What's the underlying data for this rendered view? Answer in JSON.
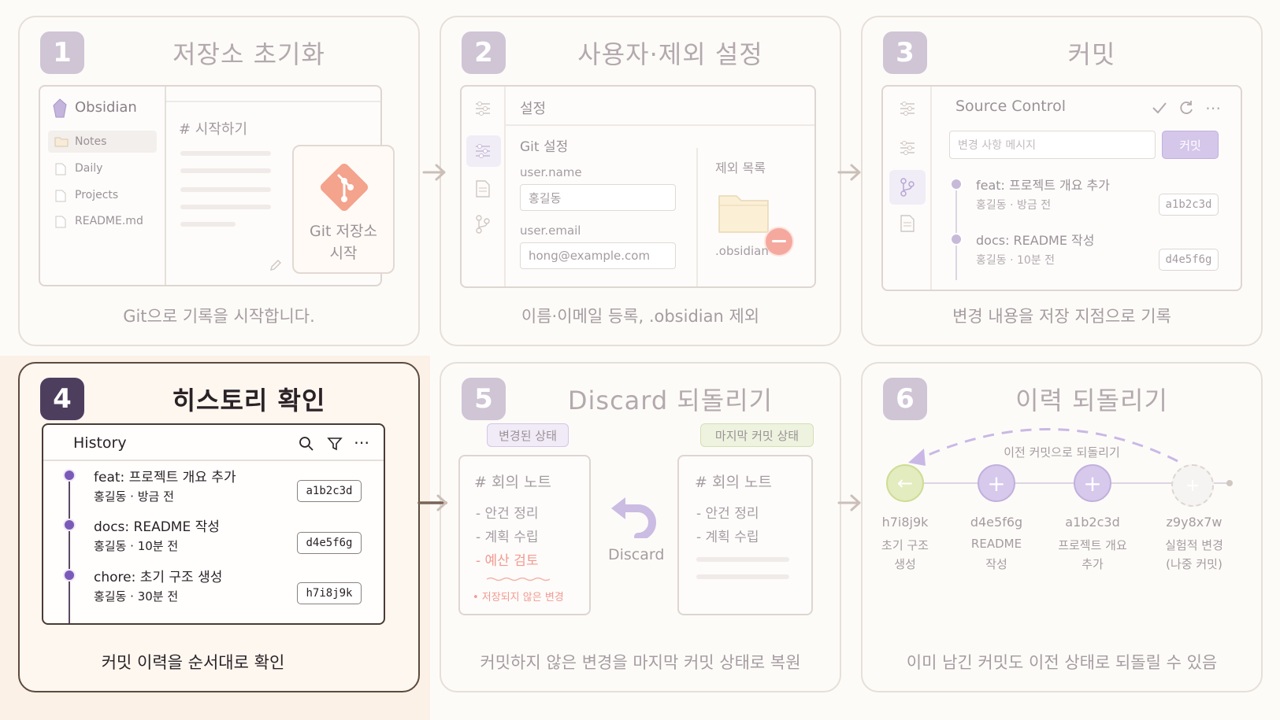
{
  "colors": {
    "accent": "#7a5ab8",
    "muted": "#cfc5d5",
    "git": "#f4a38c",
    "active_border": "#5e4a3e"
  },
  "cards": [
    {
      "num": "1",
      "title": "저장소 초기화",
      "caption": "Git으로 기록을 시작합니다.",
      "app_name": "Obsidian",
      "files": [
        "Notes",
        "Daily",
        "Projects",
        "README.md"
      ],
      "note_heading": "# 시작하기",
      "git_button": "Git 저장소\n시작"
    },
    {
      "num": "2",
      "title": "사용자·제외 설정",
      "caption": "이름·이메일 등록, .obsidian 제외",
      "settings_title": "설정",
      "git_section": "Git 설정",
      "name_label": "user.name",
      "name_value": "홍길동",
      "email_label": "user.email",
      "email_value": "hong@example.com",
      "exclude_title": "제외 목록",
      "exclude_item": ".obsidian"
    },
    {
      "num": "3",
      "title": "커밋",
      "caption": "변경 내용을 저장 지점으로 기록",
      "panel_title": "Source Control",
      "message_placeholder": "변경 사항 메시지",
      "commit_button": "커밋",
      "commits": [
        {
          "msg": "feat: 프로젝트 개요 추가",
          "meta": "홍길동 · 방금 전",
          "hash": "a1b2c3d"
        },
        {
          "msg": "docs: README 작성",
          "meta": "홍길동 · 10분 전",
          "hash": "d4e5f6g"
        }
      ]
    },
    {
      "num": "4",
      "title": "히스토리 확인",
      "caption": "커밋 이력을 순서대로 확인",
      "panel_title": "History",
      "commits": [
        {
          "msg": "feat: 프로젝트 개요 추가",
          "meta": "홍길동 · 방금 전",
          "hash": "a1b2c3d"
        },
        {
          "msg": "docs: README 작성",
          "meta": "홍길동 · 10분 전",
          "hash": "d4e5f6g"
        },
        {
          "msg": "chore: 초기 구조 생성",
          "meta": "홍길동 · 30분 전",
          "hash": "h7i8j9k"
        }
      ]
    },
    {
      "num": "5",
      "title": "Discard 되돌리기",
      "caption": "커밋하지 않은 변경을 마지막 커밋 상태로 복원",
      "changed_label": "변경된 상태",
      "last_label": "마지막 커밋 상태",
      "note_heading": "# 회의 노트",
      "item1": "- 안건 정리",
      "item2": "- 계획 수립",
      "item3": "- 예산 검토",
      "unsaved": "• 저장되지 않은 변경",
      "discard": "Discard"
    },
    {
      "num": "6",
      "title": "이력 되돌리기",
      "caption": "이미 남긴 커밋도 이전 상태로 되돌릴 수 있음",
      "arc_label": "이전 커밋으로 되돌리기",
      "nodes": [
        {
          "hash": "h7i8j9k",
          "l1": "초기 구조",
          "l2": "생성"
        },
        {
          "hash": "d4e5f6g",
          "l1": "README",
          "l2": "작성"
        },
        {
          "hash": "a1b2c3d",
          "l1": "프로젝트 개요",
          "l2": "추가"
        },
        {
          "hash": "z9y8x7w",
          "l1": "실험적 변경",
          "l2": "(나중 커밋)"
        }
      ]
    }
  ]
}
